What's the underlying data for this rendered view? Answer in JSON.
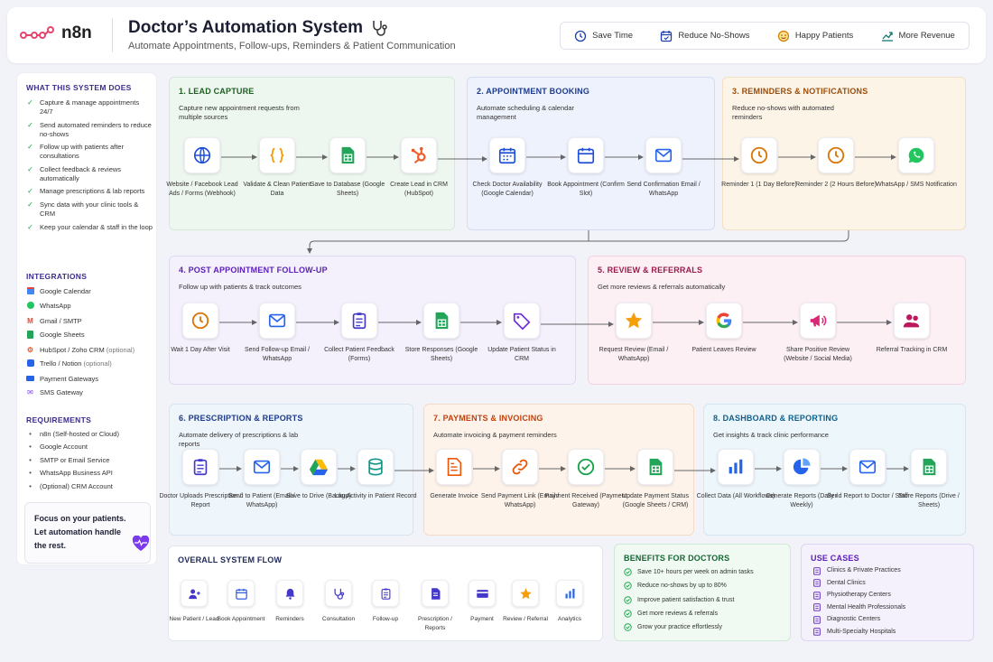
{
  "header": {
    "brand": "n8n",
    "title": "Doctor’s Automation System",
    "subtitle": "Automate Appointments, Follow-ups, Reminders & Patient Communication",
    "badges": [
      {
        "icon": "clock-icon",
        "label": "Save Time"
      },
      {
        "icon": "calendar-check-icon",
        "label": "Reduce No-Shows"
      },
      {
        "icon": "smiley-icon",
        "label": "Happy Patients"
      },
      {
        "icon": "trend-up-icon",
        "label": "More Revenue"
      }
    ]
  },
  "sidebar": {
    "does_title": "WHAT THIS SYSTEM DOES",
    "does": [
      "Capture & manage appointments 24/7",
      "Send automated reminders to reduce no-shows",
      "Follow up with patients after consultations",
      "Collect feedback & reviews automatically",
      "Manage prescriptions & lab reports",
      "Sync data with your clinic tools & CRM",
      "Keep your calendar & staff in the loop"
    ],
    "integrations_title": "INTEGRATIONS",
    "integrations": [
      {
        "name": "Google Calendar",
        "opt": "",
        "icon": "google-calendar-icon"
      },
      {
        "name": "WhatsApp",
        "opt": "",
        "icon": "whatsapp-icon"
      },
      {
        "name": "Gmail / SMTP",
        "opt": "",
        "icon": "gmail-icon"
      },
      {
        "name": "Google Sheets",
        "opt": "",
        "icon": "google-sheets-icon"
      },
      {
        "name": "HubSpot / Zoho CRM",
        "opt": "(optional)",
        "icon": "hubspot-icon"
      },
      {
        "name": "Trello / Notion",
        "opt": "(optional)",
        "icon": "trello-icon"
      },
      {
        "name": "Payment Gateways",
        "opt": "",
        "icon": "payment-icon"
      },
      {
        "name": "SMS Gateway",
        "opt": "",
        "icon": "sms-icon"
      }
    ],
    "req_title": "REQUIREMENTS",
    "requirements": [
      "n8n (Self-hosted or Cloud)",
      "Google Account",
      "SMTP or Email Service",
      "WhatsApp Business API",
      "(Optional) CRM Account"
    ],
    "focus": "Focus on your patients. Let automation handle the rest."
  },
  "sections": [
    {
      "title": "1. LEAD CAPTURE",
      "desc": "Capture new appointment requests from multiple sources",
      "nodes": [
        {
          "icon": "globe-icon",
          "label": "Website / Facebook Lead Ads / Forms (Webhook)"
        },
        {
          "icon": "braces-icon",
          "label": "Validate & Clean Patient Data"
        },
        {
          "icon": "google-sheets-icon",
          "label": "Save to Database (Google Sheets)"
        },
        {
          "icon": "hubspot-icon",
          "label": "Create Lead in CRM (HubSpot)"
        }
      ]
    },
    {
      "title": "2. APPOINTMENT BOOKING",
      "desc": "Automate scheduling & calendar management",
      "nodes": [
        {
          "icon": "calendar-check-icon",
          "label": "Check Doctor Availability (Google Calendar)"
        },
        {
          "icon": "calendar-icon",
          "label": "Book Appointment (Confirm Slot)"
        },
        {
          "icon": "mail-icon",
          "label": "Send Confirmation Email / WhatsApp"
        }
      ]
    },
    {
      "title": "3. REMINDERS & NOTIFICATIONS",
      "desc": "Reduce no-shows with automated reminders",
      "nodes": [
        {
          "icon": "clock-icon",
          "label": "Reminder 1 (1 Day Before)"
        },
        {
          "icon": "clock-icon",
          "label": "Reminder 2 (2 Hours Before)"
        },
        {
          "icon": "whatsapp-icon",
          "label": "WhatsApp / SMS Notification"
        }
      ]
    },
    {
      "title": "4. POST APPOINTMENT FOLLOW-UP",
      "desc": "Follow up with patients & track outcomes",
      "nodes": [
        {
          "icon": "clock-icon",
          "label": "Wait 1 Day After Visit"
        },
        {
          "icon": "mail-icon",
          "label": "Send Follow-up Email / WhatsApp"
        },
        {
          "icon": "clipboard-icon",
          "label": "Collect Patient Feedback (Forms)"
        },
        {
          "icon": "google-sheets-icon",
          "label": "Store Responses (Google Sheets)"
        },
        {
          "icon": "tag-icon",
          "label": "Update Patient Status in CRM"
        }
      ]
    },
    {
      "title": "5. REVIEW & REFERRALS",
      "desc": "Get more reviews & referrals automatically",
      "nodes": [
        {
          "icon": "star-icon",
          "label": "Request Review (Email / WhatsApp)"
        },
        {
          "icon": "google-icon",
          "label": "Patient Leaves Review"
        },
        {
          "icon": "megaphone-icon",
          "label": "Share Positive Review (Website / Social Media)"
        },
        {
          "icon": "users-icon",
          "label": "Referral Tracking in CRM"
        }
      ]
    },
    {
      "title": "6. PRESCRIPTION & REPORTS",
      "desc": "Automate delivery of prescriptions & lab reports",
      "nodes": [
        {
          "icon": "clipboard-icon",
          "label": "Doctor Uploads Prescription / Report"
        },
        {
          "icon": "mail-icon",
          "label": "Send to Patient (Email / WhatsApp)"
        },
        {
          "icon": "google-drive-icon",
          "label": "Save to Drive (Backup)"
        },
        {
          "icon": "database-icon",
          "label": "Log Activity in Patient Record"
        }
      ]
    },
    {
      "title": "7. PAYMENTS & INVOICING",
      "desc": "Automate invoicing & payment reminders",
      "nodes": [
        {
          "icon": "invoice-icon",
          "label": "Generate Invoice"
        },
        {
          "icon": "link-icon",
          "label": "Send Payment Link (Email / WhatsApp)"
        },
        {
          "icon": "check-circle-icon",
          "label": "Payment Received (Payment Gateway)"
        },
        {
          "icon": "google-sheets-icon",
          "label": "Update Payment Status (Google Sheets / CRM)"
        }
      ]
    },
    {
      "title": "8. DASHBOARD & REPORTING",
      "desc": "Get insights & track clinic performance",
      "nodes": [
        {
          "icon": "bar-chart-icon",
          "label": "Collect Data (All Workflows)"
        },
        {
          "icon": "pie-chart-icon",
          "label": "Generate Reports (Daily / Weekly)"
        },
        {
          "icon": "mail-icon",
          "label": "Send Report to Doctor / Staff"
        },
        {
          "icon": "google-sheets-icon",
          "label": "Store Reports (Drive / Sheets)"
        }
      ]
    }
  ],
  "overall": {
    "title": "OVERALL SYSTEM FLOW",
    "steps": [
      {
        "icon": "user-plus-icon",
        "label": "New Patient / Lead"
      },
      {
        "icon": "calendar-icon",
        "label": "Book Appointment"
      },
      {
        "icon": "bell-icon",
        "label": "Reminders"
      },
      {
        "icon": "stethoscope-icon",
        "label": "Consultation"
      },
      {
        "icon": "clipboard-icon",
        "label": "Follow-up"
      },
      {
        "icon": "document-icon",
        "label": "Prescription / Reports"
      },
      {
        "icon": "card-icon",
        "label": "Payment"
      },
      {
        "icon": "star-icon",
        "label": "Review / Referral"
      },
      {
        "icon": "bar-chart-icon",
        "label": "Analytics"
      }
    ]
  },
  "benefits": {
    "title": "BENEFITS FOR DOCTORS",
    "items": [
      "Save 10+ hours per week on admin tasks",
      "Reduce no-shows by up to 80%",
      "Improve patient satisfaction & trust",
      "Get more reviews & referrals",
      "Grow your practice effortlessly"
    ]
  },
  "use_cases": {
    "title": "USE CASES",
    "items": [
      {
        "icon": "building-icon",
        "label": "Clinics & Private Practices"
      },
      {
        "icon": "tooth-icon",
        "label": "Dental Clinics"
      },
      {
        "icon": "physio-icon",
        "label": "Physiotherapy Centers"
      },
      {
        "icon": "brain-icon",
        "label": "Mental Health Professionals"
      },
      {
        "icon": "lab-icon",
        "label": "Diagnostic Centers"
      },
      {
        "icon": "hospital-icon",
        "label": "Multi-Specialty Hospitals"
      }
    ]
  },
  "colors": {
    "green": "#2e7d32",
    "blue": "#1e40af",
    "orange": "#b45309",
    "purple": "#6d28d9",
    "pink": "#be185d",
    "teal": "#0f766e",
    "accent": "#7b4cd8"
  }
}
